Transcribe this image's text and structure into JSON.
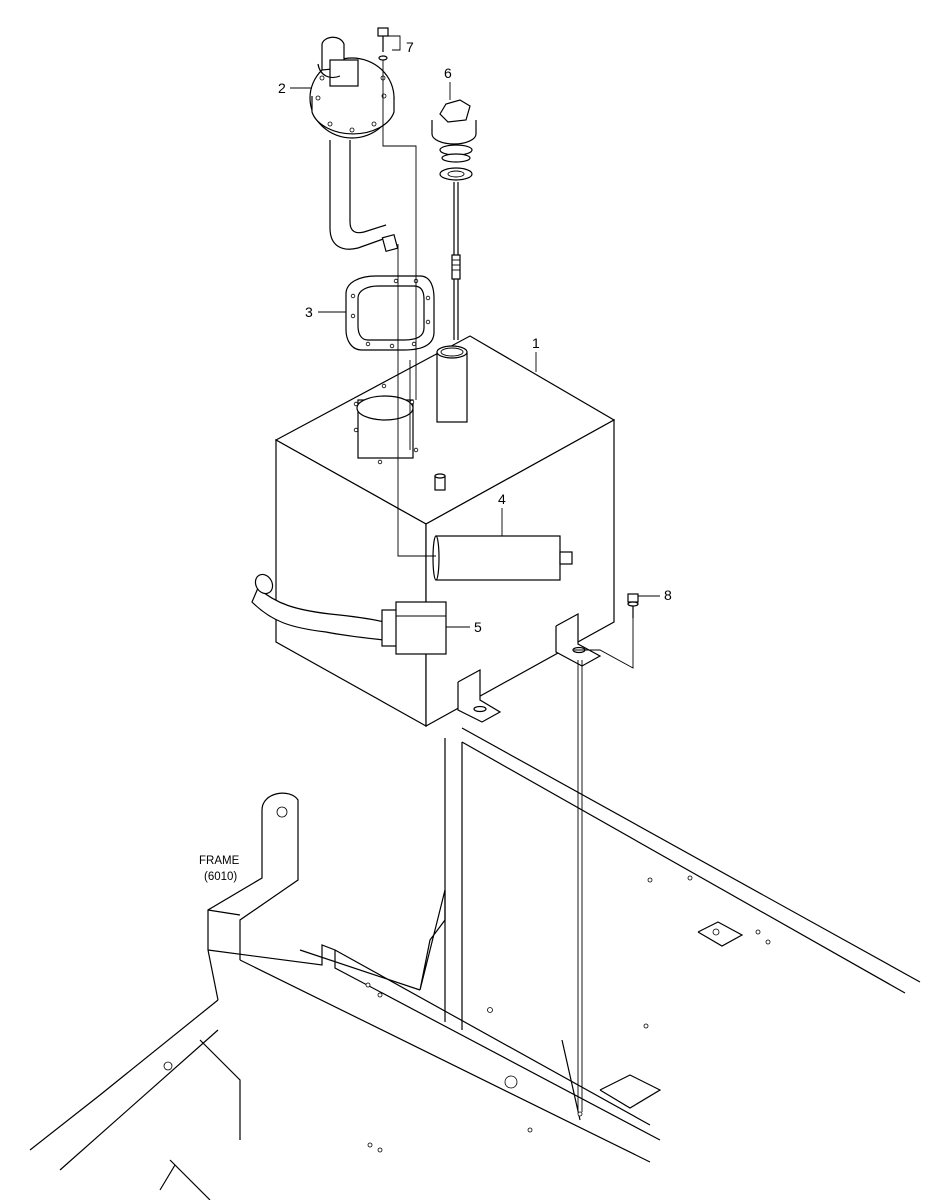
{
  "diagram": {
    "frame_label": {
      "line1": "FRAME",
      "line2": "(6010)"
    },
    "callouts": [
      {
        "id": "1",
        "label": "1"
      },
      {
        "id": "2",
        "label": "2"
      },
      {
        "id": "3",
        "label": "3"
      },
      {
        "id": "4",
        "label": "4"
      },
      {
        "id": "5",
        "label": "5"
      },
      {
        "id": "6",
        "label": "6"
      },
      {
        "id": "7",
        "label": "7"
      },
      {
        "id": "8",
        "label": "8"
      }
    ]
  }
}
